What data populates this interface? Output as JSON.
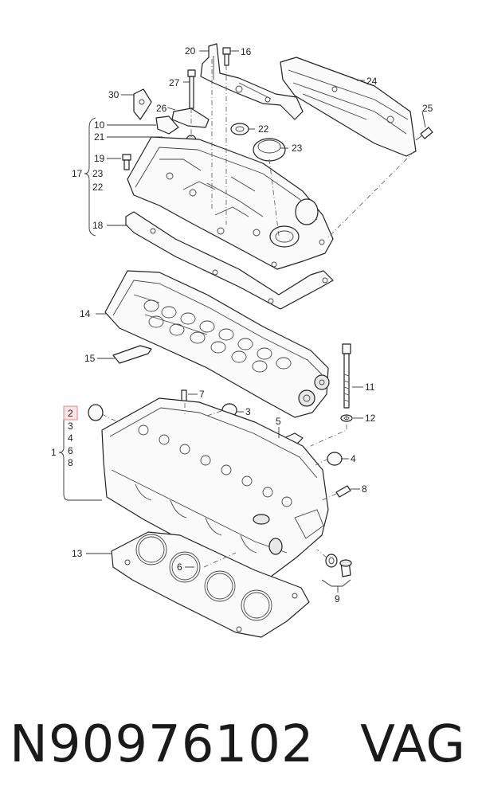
{
  "callouts": {
    "c1": "1",
    "c2": "2",
    "c3a": "3",
    "c3b": "3",
    "c4a": "4",
    "c4b": "4",
    "c5": "5",
    "c6a": "6",
    "c6b": "6",
    "c7": "7",
    "c8a": "8",
    "c8b": "8",
    "c9": "9",
    "c10": "10",
    "c11": "11",
    "c12": "12",
    "c13": "13",
    "c14": "14",
    "c15": "15",
    "c16": "16",
    "c17": "17",
    "c18": "18",
    "c19": "19",
    "c20": "20",
    "c21": "21",
    "c22a": "22",
    "c22b": "22",
    "c23a": "23",
    "c23b": "23",
    "c24": "24",
    "c25": "25",
    "c26": "26",
    "c27": "27",
    "c30": "30"
  },
  "footer": {
    "part_number": "N90976102",
    "brand": "VAG"
  },
  "highlight_color": "#fde4e4"
}
